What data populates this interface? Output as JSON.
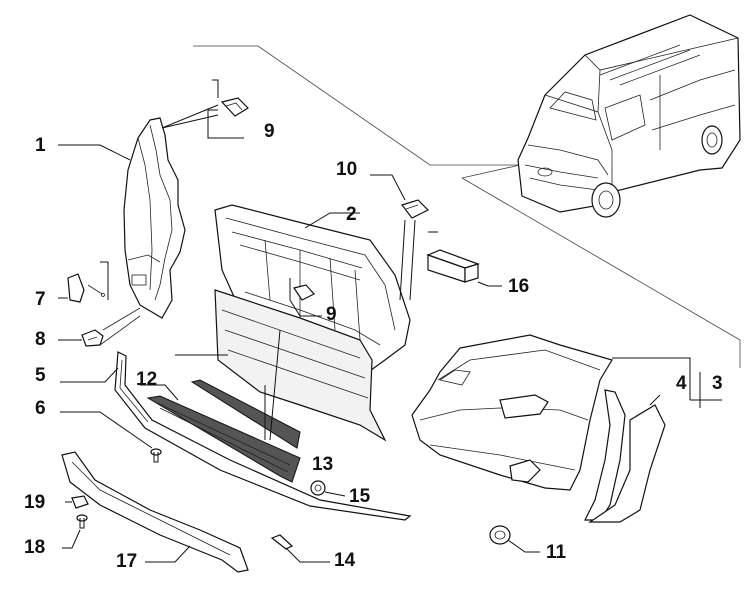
{
  "diagram": {
    "colors": {
      "ink": "#111111",
      "paper": "#ffffff",
      "mesh": "#555555"
    },
    "callouts": [
      {
        "id": "p1",
        "text": "1"
      },
      {
        "id": "p2",
        "text": "2"
      },
      {
        "id": "p3",
        "text": "3"
      },
      {
        "id": "p4",
        "text": "4"
      },
      {
        "id": "p5",
        "text": "5"
      },
      {
        "id": "p6",
        "text": "6"
      },
      {
        "id": "p7",
        "text": "7"
      },
      {
        "id": "p8",
        "text": "8"
      },
      {
        "id": "p9a",
        "text": "9"
      },
      {
        "id": "p9b",
        "text": "9"
      },
      {
        "id": "p10",
        "text": "10"
      },
      {
        "id": "p11",
        "text": "11"
      },
      {
        "id": "p12",
        "text": "12"
      },
      {
        "id": "p13",
        "text": "13"
      },
      {
        "id": "p14",
        "text": "14"
      },
      {
        "id": "p15",
        "text": "15"
      },
      {
        "id": "p16",
        "text": "16"
      },
      {
        "id": "p17",
        "text": "17"
      },
      {
        "id": "p18",
        "text": "18"
      },
      {
        "id": "p19",
        "text": "19"
      }
    ]
  }
}
